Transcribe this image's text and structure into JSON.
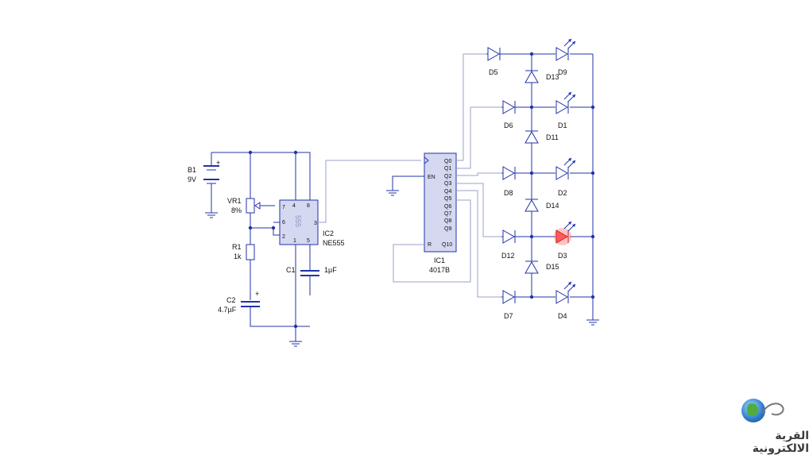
{
  "components": {
    "battery": {
      "ref": "B1",
      "value": "9V"
    },
    "pot": {
      "ref": "VR1",
      "value": "8%"
    },
    "r1": {
      "ref": "R1",
      "value": "1k"
    },
    "c1": {
      "ref": "C1",
      "value": "1µF"
    },
    "c2": {
      "ref": "C2",
      "value": "4.7µF"
    },
    "timer": {
      "ref": "IC2",
      "value": "NE555",
      "body": "555",
      "pins": [
        "4",
        "8",
        "7",
        "6",
        "2",
        "1",
        "5",
        "3"
      ]
    },
    "counter": {
      "ref": "IC1",
      "value": "4017B",
      "pins": [
        "Q0",
        "Q1",
        "Q2",
        "Q3",
        "Q4",
        "Q5",
        "Q6",
        "Q7",
        "Q8",
        "Q9",
        "EN",
        "R",
        "Q10"
      ]
    },
    "plus": "+"
  },
  "diodes": [
    {
      "label": "D5"
    },
    {
      "label": "D9"
    },
    {
      "label": "D13"
    },
    {
      "label": "D6"
    },
    {
      "label": "D1"
    },
    {
      "label": "D11"
    },
    {
      "label": "D8"
    },
    {
      "label": "D2"
    },
    {
      "label": "D14"
    },
    {
      "label": "D12"
    },
    {
      "label": "D3"
    },
    {
      "label": "D15"
    },
    {
      "label": "D7"
    },
    {
      "label": "D4"
    }
  ],
  "logo": {
    "text": "القرية الالكترونية"
  },
  "colors": {
    "wire": "#2233aa",
    "chip": "#d4d8f0",
    "led_active": "#ff5a5a"
  }
}
